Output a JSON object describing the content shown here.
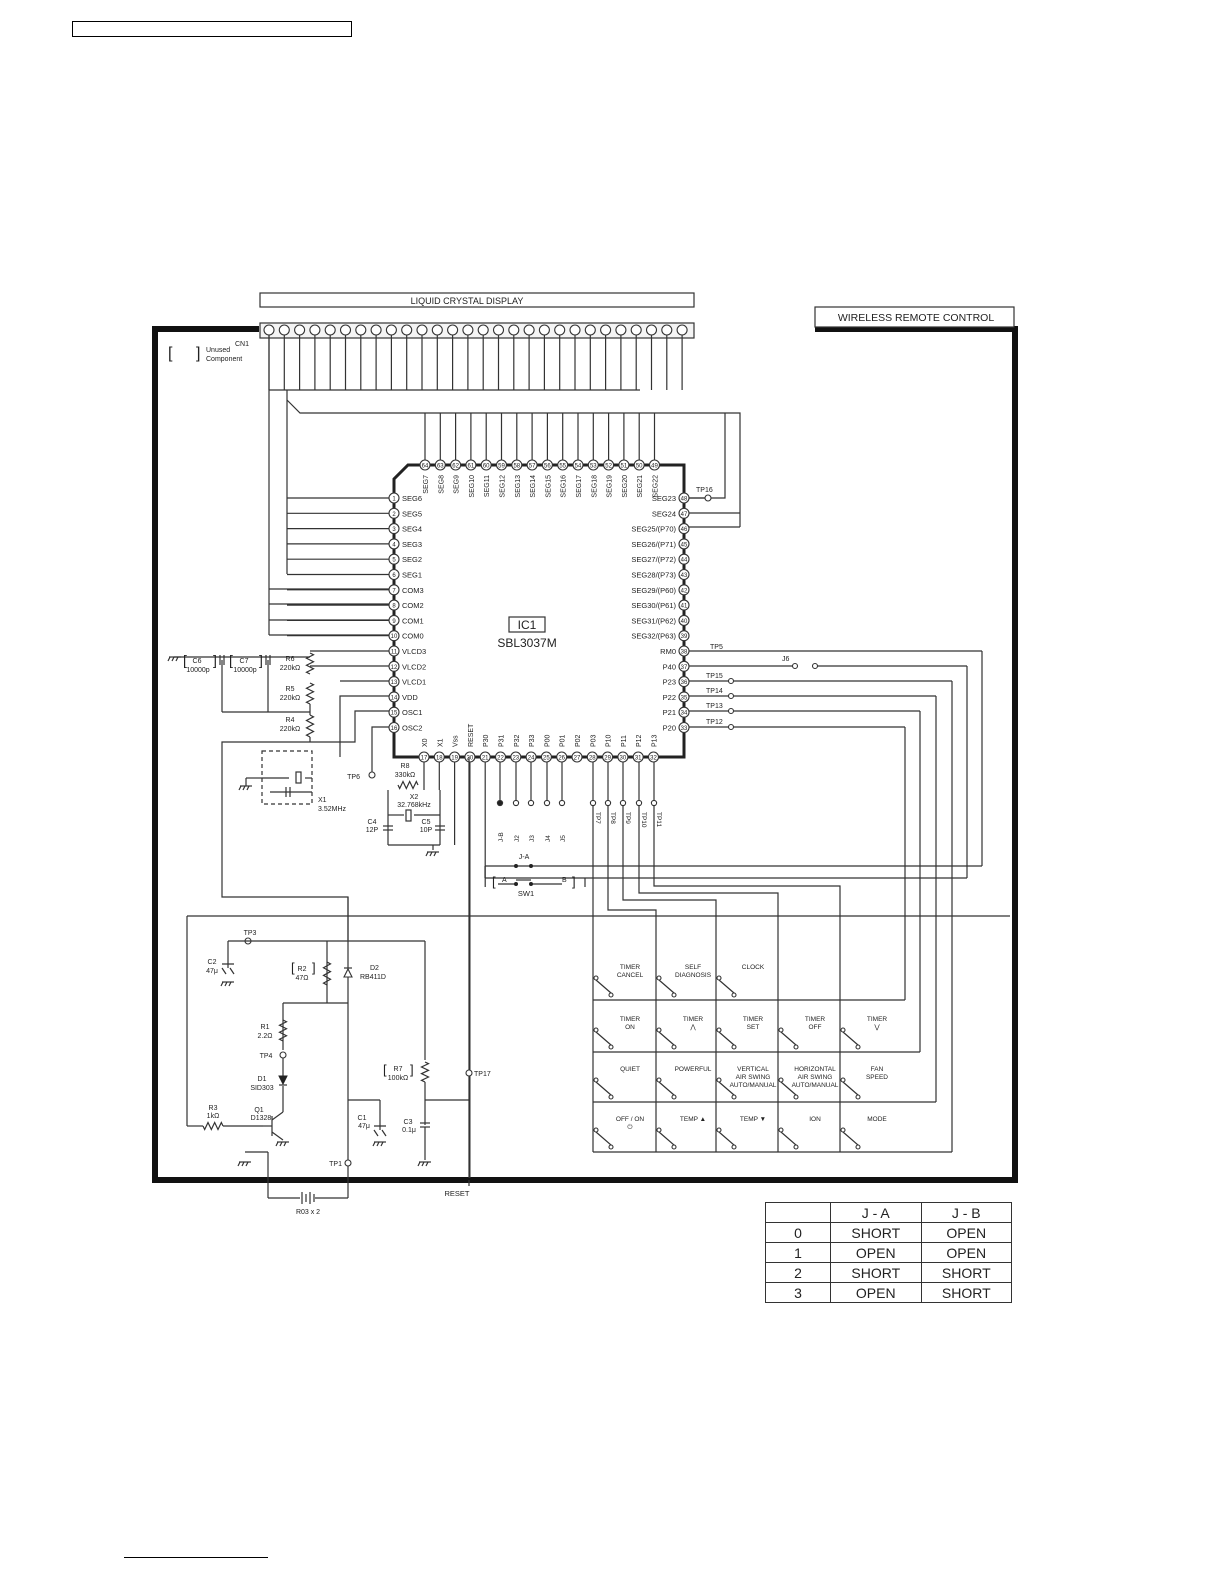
{
  "title": "WIRELESS REMOTE CONTROL",
  "lcd": {
    "label": "LIQUID CRYSTAL DISPLAY",
    "connector": "CN1"
  },
  "legend": {
    "bracket": "[   ]",
    "line1": "Unused",
    "line2": "Component"
  },
  "ic": {
    "ref": "IC1",
    "part": "SBL3037M"
  },
  "pins": {
    "left": [
      {
        "n": "1",
        "name": "SEG6"
      },
      {
        "n": "2",
        "name": "SEG5"
      },
      {
        "n": "3",
        "name": "SEG4"
      },
      {
        "n": "4",
        "name": "SEG3"
      },
      {
        "n": "5",
        "name": "SEG2"
      },
      {
        "n": "6",
        "name": "SEG1"
      },
      {
        "n": "7",
        "name": "COM3"
      },
      {
        "n": "8",
        "name": "COM2"
      },
      {
        "n": "9",
        "name": "COM1"
      },
      {
        "n": "10",
        "name": "COM0"
      },
      {
        "n": "11",
        "name": "VLCD3"
      },
      {
        "n": "12",
        "name": "VLCD2"
      },
      {
        "n": "13",
        "name": "VLCD1"
      },
      {
        "n": "14",
        "name": "VDD"
      },
      {
        "n": "15",
        "name": "OSC1"
      },
      {
        "n": "16",
        "name": "OSC2"
      }
    ],
    "right": [
      {
        "n": "48",
        "name": "SEG23"
      },
      {
        "n": "47",
        "name": "SEG24"
      },
      {
        "n": "46",
        "name": "SEG25/(P70)"
      },
      {
        "n": "45",
        "name": "SEG26/(P71)"
      },
      {
        "n": "44",
        "name": "SEG27/(P72)"
      },
      {
        "n": "43",
        "name": "SEG28/(P73)"
      },
      {
        "n": "42",
        "name": "SEG29/(P60)"
      },
      {
        "n": "41",
        "name": "SEG30/(P61)"
      },
      {
        "n": "40",
        "name": "SEG31/(P62)"
      },
      {
        "n": "39",
        "name": "SEG32/(P63)"
      },
      {
        "n": "38",
        "name": "RM0"
      },
      {
        "n": "37",
        "name": "P40"
      },
      {
        "n": "36",
        "name": "P23"
      },
      {
        "n": "35",
        "name": "P22"
      },
      {
        "n": "34",
        "name": "P21"
      },
      {
        "n": "33",
        "name": "P20"
      }
    ],
    "top": [
      {
        "n": "64",
        "name": "SEG7"
      },
      {
        "n": "63",
        "name": "SEG8"
      },
      {
        "n": "62",
        "name": "SEG9"
      },
      {
        "n": "61",
        "name": "SEG10"
      },
      {
        "n": "60",
        "name": "SEG11"
      },
      {
        "n": "59",
        "name": "SEG12"
      },
      {
        "n": "58",
        "name": "SEG13"
      },
      {
        "n": "57",
        "name": "SEG14"
      },
      {
        "n": "56",
        "name": "SEG15"
      },
      {
        "n": "55",
        "name": "SEG16"
      },
      {
        "n": "54",
        "name": "SEG17"
      },
      {
        "n": "53",
        "name": "SEG18"
      },
      {
        "n": "52",
        "name": "SEG19"
      },
      {
        "n": "51",
        "name": "SEG20"
      },
      {
        "n": "50",
        "name": "SEG21"
      },
      {
        "n": "49",
        "name": "SEG22"
      }
    ],
    "bottom": [
      {
        "n": "17",
        "name": "X0"
      },
      {
        "n": "18",
        "name": "X1"
      },
      {
        "n": "19",
        "name": "Vss"
      },
      {
        "n": "20",
        "name": "RESET"
      },
      {
        "n": "21",
        "name": "P30"
      },
      {
        "n": "22",
        "name": "P31"
      },
      {
        "n": "23",
        "name": "P32"
      },
      {
        "n": "24",
        "name": "P33"
      },
      {
        "n": "25",
        "name": "P00"
      },
      {
        "n": "26",
        "name": "P01"
      },
      {
        "n": "27",
        "name": "P02"
      },
      {
        "n": "28",
        "name": "P03"
      },
      {
        "n": "29",
        "name": "P10"
      },
      {
        "n": "30",
        "name": "P11"
      },
      {
        "n": "31",
        "name": "P12"
      },
      {
        "n": "32",
        "name": "P13"
      }
    ]
  },
  "test_points": {
    "tp16": "TP16",
    "tp5": "TP5",
    "tp15": "TP15",
    "tp14": "TP14",
    "tp13": "TP13",
    "tp12": "TP12",
    "tp6": "TP6",
    "tp3": "TP3",
    "tp4": "TP4",
    "tp1": "TP1",
    "tp17": "TP17"
  },
  "bottom_tps": [
    "TP7",
    "TP8",
    "TP9",
    "TP10",
    "TP11"
  ],
  "jumpers": {
    "j6": "J6",
    "jb": "J-B",
    "j2": "J2",
    "j3": "J3",
    "j4": "J4",
    "j5": "J5",
    "ja": "J-A"
  },
  "sw1": {
    "label": "SW1",
    "a": "A",
    "b": "B"
  },
  "components": {
    "c6": {
      "ref": "C6",
      "val": "10000p"
    },
    "c7": {
      "ref": "C7",
      "val": "10000p"
    },
    "r6": {
      "ref": "R6",
      "val": "220kΩ"
    },
    "r5": {
      "ref": "R5",
      "val": "220kΩ"
    },
    "r4": {
      "ref": "R4",
      "val": "220kΩ"
    },
    "r8": {
      "ref": "R8",
      "val": "330kΩ"
    },
    "x1": {
      "ref": "X1",
      "val": "3.52MHz"
    },
    "x2": {
      "ref": "X2",
      "val": "32.768kHz"
    },
    "c4": {
      "ref": "C4",
      "val": "12P"
    },
    "c5": {
      "ref": "C5",
      "val": "10P"
    },
    "c2": {
      "ref": "C2",
      "val": "47μ"
    },
    "r2": {
      "ref": "R2",
      "val": "47Ω"
    },
    "d2": {
      "ref": "D2",
      "val": "RB411D"
    },
    "r1": {
      "ref": "R1",
      "val": "2.2Ω"
    },
    "d1": {
      "ref": "D1",
      "val": "SID303"
    },
    "r3": {
      "ref": "R3",
      "val": "1kΩ"
    },
    "q1": {
      "ref": "Q1",
      "val": "D1328"
    },
    "r7": {
      "ref": "R7",
      "val": "100kΩ"
    },
    "c1": {
      "ref": "C1",
      "val": "47μ"
    },
    "c3": {
      "ref": "C3",
      "val": "0.1μ"
    },
    "battery": {
      "ref": "R03 x 2"
    }
  },
  "reset_label": "RESET",
  "keys": {
    "timer_cancel": [
      "TIMER",
      "CANCEL"
    ],
    "self_diagnosis": [
      "SELF",
      "DIAGNOSIS"
    ],
    "clock": [
      "CLOCK"
    ],
    "timer_on": [
      "TIMER",
      "ON"
    ],
    "timer_up": [
      "TIMER",
      "⋀"
    ],
    "timer_set": [
      "TIMER",
      "SET"
    ],
    "timer_off": [
      "TIMER",
      "OFF"
    ],
    "timer_down": [
      "TIMER",
      "⋁"
    ],
    "quiet": [
      "QUIET"
    ],
    "powerful": [
      "POWERFUL"
    ],
    "vertical": [
      "VERTICAL",
      "AIR SWING",
      "AUTO/MANUAL"
    ],
    "horizontal": [
      "HORIZONTAL",
      "AIR SWING",
      "AUTO/MANUAL"
    ],
    "fan_speed": [
      "FAN",
      "SPEED"
    ],
    "off_on": [
      "OFF / ON",
      "⏻"
    ],
    "temp_up": [
      "TEMP ▲"
    ],
    "temp_down": [
      "TEMP ▼"
    ],
    "ion": [
      "ION"
    ],
    "mode": [
      "MODE"
    ]
  },
  "jumper_table": {
    "headers": [
      "",
      "J - A",
      "J - B"
    ],
    "rows": [
      [
        "0",
        "SHORT",
        "OPEN"
      ],
      [
        "1",
        "OPEN",
        "OPEN"
      ],
      [
        "2",
        "SHORT",
        "SHORT"
      ],
      [
        "3",
        "OPEN",
        "SHORT"
      ]
    ]
  }
}
